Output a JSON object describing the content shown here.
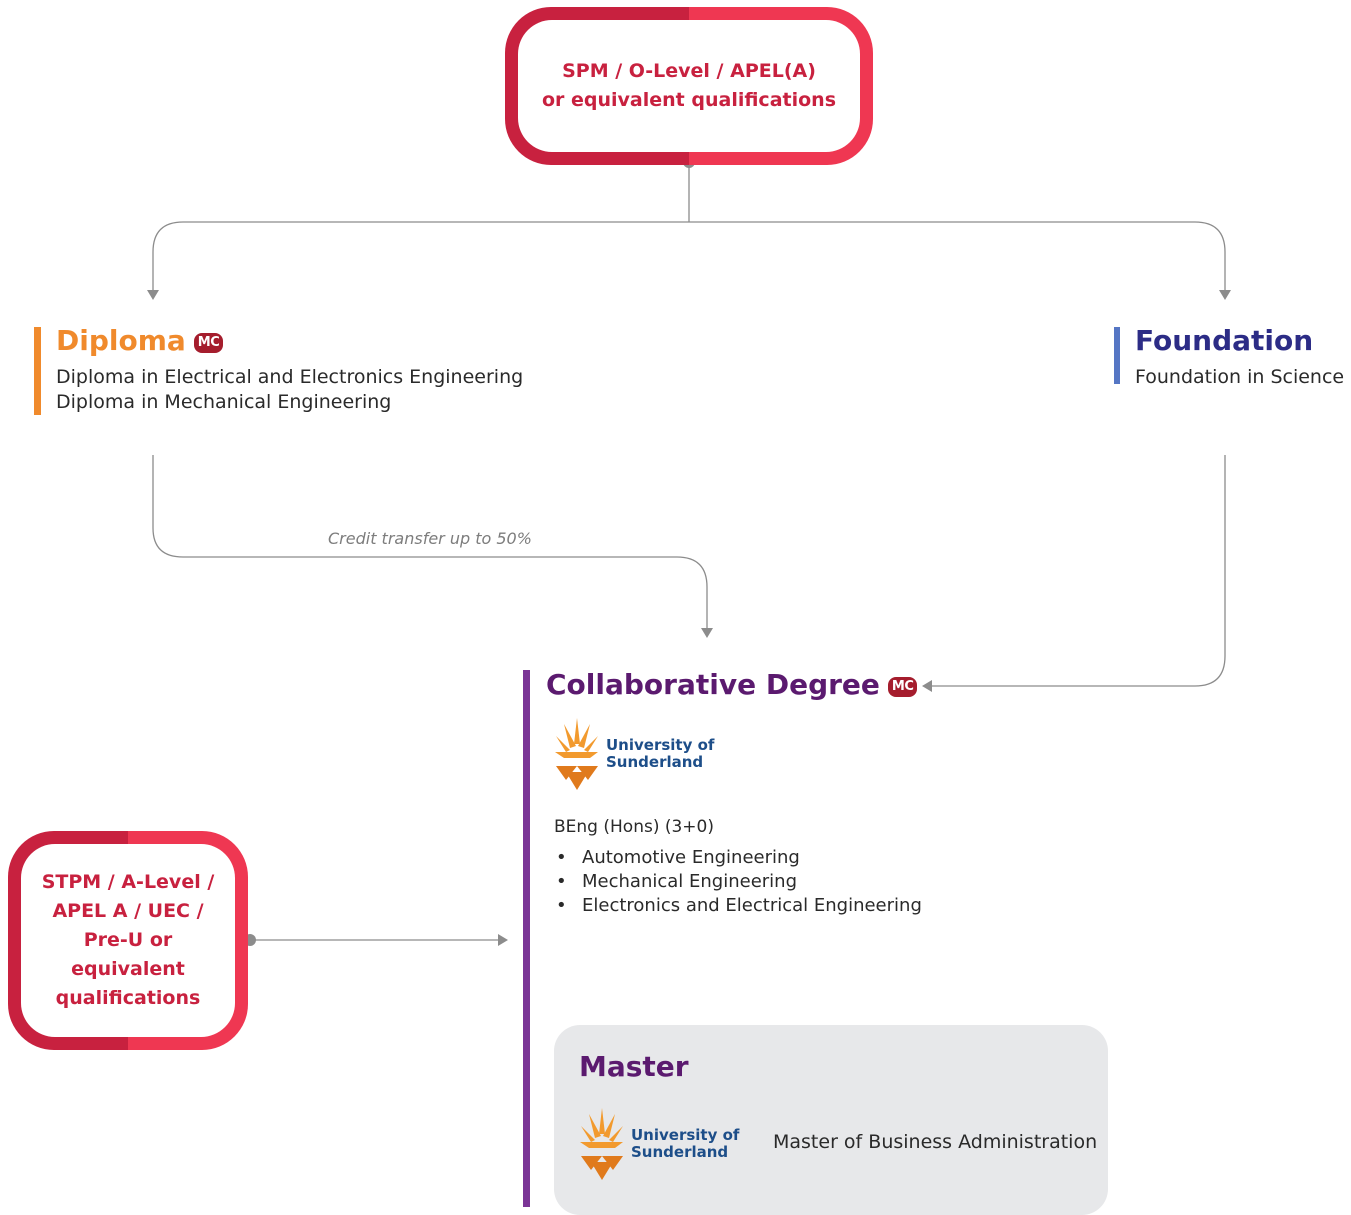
{
  "entry_top": {
    "line1": "SPM / O-Level / APEL(A)",
    "line2": "or equivalent qualifications"
  },
  "entry_left": {
    "lines": [
      "STPM / A-Level /",
      "APEL A / UEC /",
      "Pre-U or",
      "equivalent",
      "qualifications"
    ]
  },
  "diploma": {
    "title": "Diploma",
    "badge": "MC",
    "programmes": [
      "Diploma in Electrical and Electronics Engineering",
      "Diploma in Mechanical Engineering"
    ]
  },
  "foundation": {
    "title": "Foundation",
    "programmes": [
      "Foundation in Science"
    ]
  },
  "credit_note": "Credit transfer up to 50%",
  "degree": {
    "title": "Collaborative Degree",
    "badge": "MC",
    "logo_text": [
      "University of",
      "Sunderland"
    ],
    "award": "BEng (Hons) (3+0)",
    "programmes": [
      "Automotive Engineering",
      "Mechanical Engineering",
      "Electronics and Electrical Engineering"
    ]
  },
  "master": {
    "title": "Master",
    "logo_text": [
      "University of",
      "Sunderland"
    ],
    "programme": "Master of Business Administration"
  },
  "colors": {
    "entry_red": "#c8213f",
    "entry_red_light": "#ef3752",
    "diploma_orange": "#f08a2c",
    "foundation_blue": "#2c2c86",
    "foundation_bar": "#5576c4",
    "degree_purple": "#5b1a6f",
    "degree_bar": "#7b3596",
    "master_panel": "#e7e8ea",
    "connector_grey": "#8c8c8c"
  },
  "icons": [
    "sunderland-logo-icon",
    "arrow-down-icon",
    "arrow-left-icon",
    "arrow-right-icon",
    "connector-dot-icon"
  ]
}
